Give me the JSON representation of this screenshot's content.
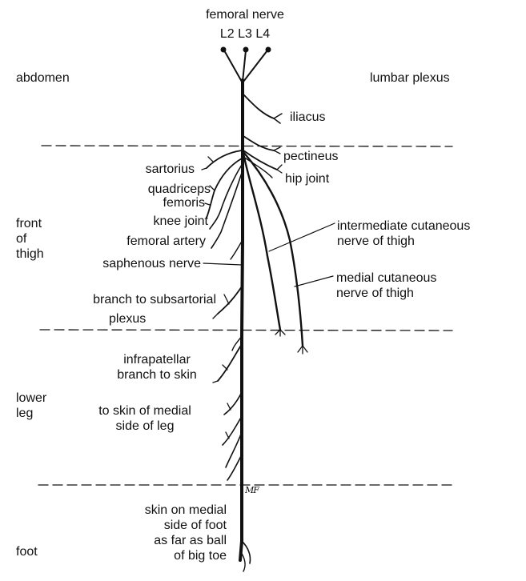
{
  "header": {
    "title": "femoral nerve",
    "roots": "L2 L3 L4"
  },
  "regions": {
    "abdomen": "abdomen",
    "front_of_thigh": "front\nof\nthigh",
    "lower_leg": "lower\nleg",
    "foot": "foot"
  },
  "side_note": "lumbar plexus",
  "branches": {
    "iliacus": "iliacus",
    "pectineus": "pectineus",
    "hip_joint": "hip joint",
    "sartorius": "sartorius",
    "quadriceps": "quadriceps",
    "femoris": "femoris",
    "knee_joint": "knee joint",
    "femoral_artery": "femoral artery",
    "saphenous_nerve": "saphenous nerve",
    "intermediate_cutaneous": "intermediate cutaneous\nnerve of thigh",
    "medial_cutaneous": "medial cutaneous\nnerve of thigh",
    "subsartorial": "branch to subsartorial",
    "plexus": "plexus",
    "infrapatellar": "infrapatellar\nbranch to skin",
    "medial_leg": "to skin of medial\nside of leg",
    "foot_skin": "skin on medial\nside of foot\nas far as ball\nof big toe"
  },
  "signature": "MF",
  "colors": {
    "ink": "#111111",
    "background": "#ffffff"
  }
}
